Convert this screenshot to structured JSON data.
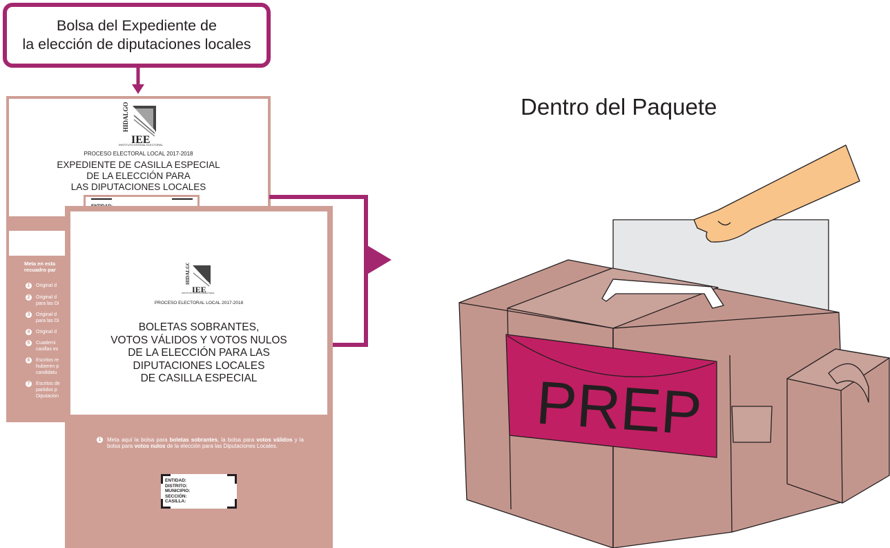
{
  "callout": {
    "line1": "Bolsa del Expediente de",
    "line2": "la elección de diputaciones locales"
  },
  "heading": "Dentro del Paquete",
  "back_doc": {
    "logo_state": "HIDALGO",
    "logo_org": "IEE",
    "logo_caption": "INSTITUTO ESTATAL ELECTORAL",
    "process": "PROCESO ELECTORAL LOCAL 2017-2018",
    "title_lines": [
      "EXPEDIENTE DE CASILLA ESPECIAL",
      "DE LA ELECCIÓN PARA",
      "LAS DIPUTACIONES LOCALES"
    ],
    "entidad": "ENTIDAD:",
    "meta_lines": [
      "Meta en esta",
      "recuadro par"
    ],
    "items": [
      {
        "n": "1",
        "lines": [
          "Original d"
        ]
      },
      {
        "n": "2",
        "lines": [
          "Original d",
          "para las Di"
        ]
      },
      {
        "n": "3",
        "lines": [
          "Original d",
          "para las Di"
        ]
      },
      {
        "n": "4",
        "lines": [
          "Original d"
        ]
      },
      {
        "n": "5",
        "lines": [
          "Cuaderni",
          "casillas es"
        ]
      },
      {
        "n": "6",
        "lines": [
          "Escritos re",
          "hubieren p",
          "candidatu"
        ]
      },
      {
        "n": "7",
        "lines": [
          "Escritos de",
          "partidos p",
          "Diputacion"
        ]
      }
    ]
  },
  "front_doc": {
    "logo_state": "HIDALGO",
    "logo_org": "IEE",
    "logo_caption": "INSTITUTO ESTATAL ELECTORAL",
    "process": "PROCESO ELECTORAL LOCAL 2017-2018",
    "title_lines": [
      "BOLETAS SOBRANTES,",
      "VOTOS VÁLIDOS Y VOTOS NULOS",
      "DE LA ELECCIÓN PARA LAS",
      "DIPUTACIONES LOCALES",
      "DE CASILLA ESPECIAL"
    ],
    "instruction": {
      "n": "1",
      "part1": "Meta aquí la bolsa para ",
      "bold1": "boletas sobrantes",
      "part2": ", la bolsa para ",
      "bold2": "votos válidos",
      "part3": " y la bolsa para ",
      "bold3": "votos nulos",
      "part4": " de la elección para las Diputaciones Locales."
    },
    "fields": [
      "ENTIDAD:",
      "DISTRITO:",
      "MUNICIPIO:",
      "SECCIÓN:",
      "CASILLA:"
    ]
  },
  "box": {
    "label": "PREP"
  },
  "colors": {
    "magenta_border": "#a3276f",
    "doc_pink": "#cf9f96",
    "box_brown": "#c3968d",
    "box_magenta": "#c11f63",
    "hand": "#f8c48a",
    "ballot": "#e6e7e8"
  }
}
